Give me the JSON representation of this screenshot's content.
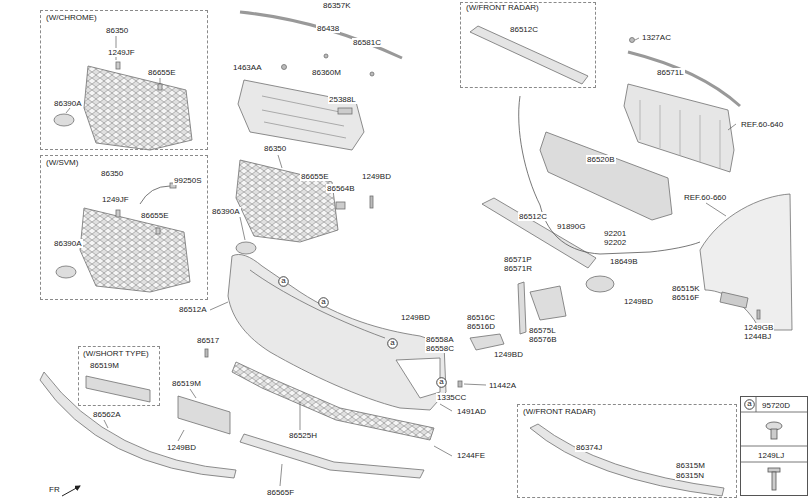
{
  "diagram": {
    "nodes": [
      {
        "text": [
          "(W/CHROME)",
          "86350",
          "1249JF",
          "86655E",
          "86390A"
        ]
      },
      {
        "text": [
          "(W/SVM)",
          "86350",
          "99250S",
          "1249JF",
          "86655E",
          "86390A"
        ]
      },
      {
        "text": [
          "(W/FRONT RADAR)",
          "86512C"
        ]
      },
      {
        "text": [
          "(W/SHORT TYPE)",
          "86519M"
        ]
      },
      {
        "text": [
          "(W/FRONT RADAR)",
          "86374J",
          "86315M",
          "86315N"
        ]
      },
      {
        "text": [
          "95720D",
          "1249LJ"
        ]
      },
      {
        "text": [
          "a"
        ],
        "in": 5
      },
      {
        "text": [
          "a"
        ]
      },
      {
        "text": [
          "a"
        ]
      },
      {
        "text": [
          "a"
        ]
      },
      {
        "text": [
          "a"
        ]
      }
    ],
    "labels": [
      "86357K",
      "86438",
      "86581C",
      "1463AA",
      "86360M",
      "25388L",
      "86350",
      "86655E",
      "86564B",
      "1249BD",
      "86390A",
      "1327AC",
      "86571L",
      "REF.60-640",
      "86520B",
      "REF.60-660",
      "86512C",
      "91890G",
      "92201",
      "92202",
      "18649B",
      "1249BD",
      "86571P",
      "86571R",
      "86515K",
      "86516F",
      "1249GB",
      "1244BJ",
      "86512A",
      "1249BD",
      "86516C",
      "86516D",
      "86558A",
      "86558C",
      "1249BD",
      "86575L",
      "86576B",
      "86517",
      "86519M",
      "1249BD",
      "86562A",
      "11442A",
      "1335CC",
      "1491AD",
      "86525H",
      "1244FE",
      "86565F",
      "FR"
    ]
  }
}
